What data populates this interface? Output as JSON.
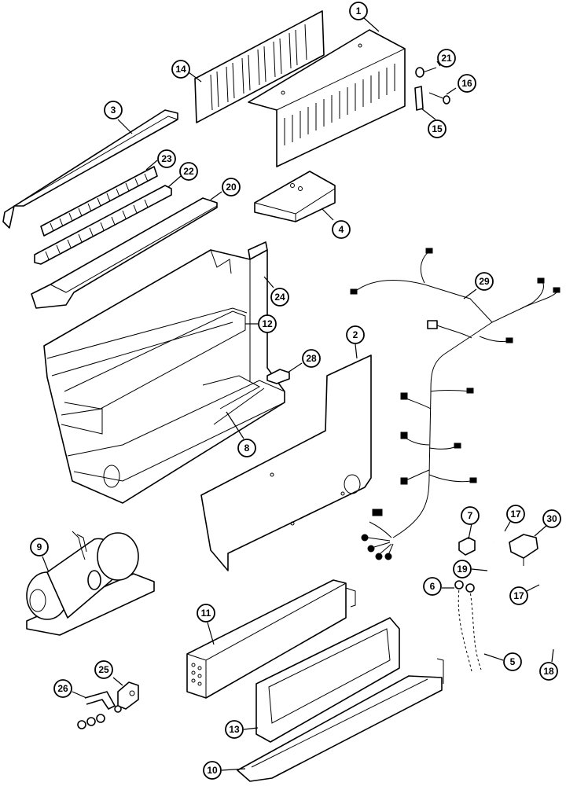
{
  "callouts": {
    "c1": "1",
    "c2": "2",
    "c3": "3",
    "c4": "4",
    "c5": "5",
    "c6": "6",
    "c7": "7",
    "c8": "8",
    "c9": "9",
    "c10": "10",
    "c11": "11",
    "c12": "12",
    "c13": "13",
    "c14": "14",
    "c15": "15",
    "c16": "16",
    "c17a": "17",
    "c17b": "17",
    "c18": "18",
    "c19": "19",
    "c20": "20",
    "c21": "21",
    "c22": "22",
    "c23": "23",
    "c24": "24",
    "c25": "25",
    "c26": "26",
    "c28": "28",
    "c29": "29",
    "c30": "30"
  }
}
